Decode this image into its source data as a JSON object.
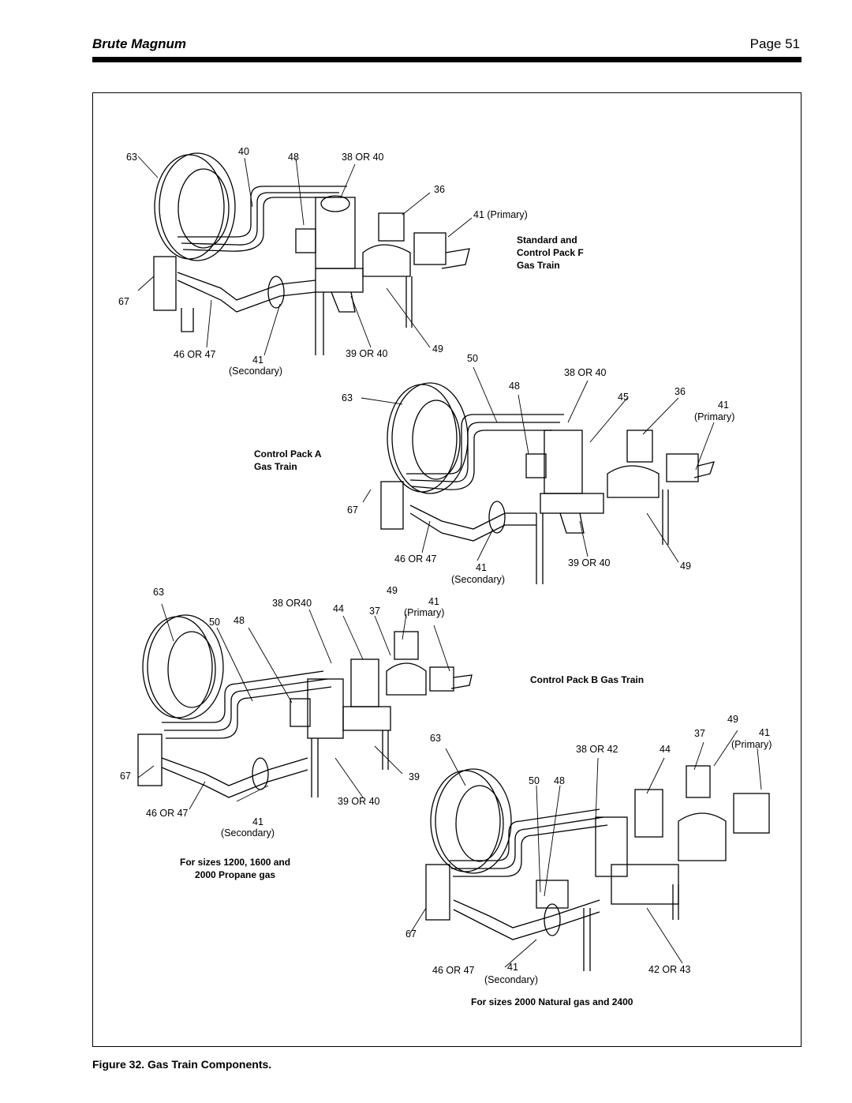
{
  "header": {
    "title": "Brute Magnum",
    "page": "Page 51"
  },
  "caption": "Figure 32. Gas Train Components.",
  "diagram_a": {
    "title": "Standard and\nControl Pack F\nGas Train",
    "labels": {
      "l63": "63",
      "l40": "40",
      "l48": "48",
      "l38or40": "38 OR 40",
      "l36": "36",
      "l41p": "41 (Primary)",
      "l67": "67",
      "l46or47": "46 OR 47",
      "l41": "41",
      "lsec": "(Secondary)",
      "l39or40": "39 OR 40",
      "l49": "49"
    }
  },
  "diagram_b": {
    "title": "Control Pack A\nGas Train",
    "labels": {
      "l50": "50",
      "l38or40": "38 OR 40",
      "l48": "48",
      "l63": "63",
      "l45": "45",
      "l36": "36",
      "l41": "41",
      "lprim": "(Primary)",
      "l67": "67",
      "l46or47": "46 OR 47",
      "l41b": "41",
      "lsec": "(Secondary)",
      "l39or40": "39 OR 40",
      "l49": "49"
    }
  },
  "diagram_c": {
    "title": "For sizes 1200, 1600 and\n2000 Propane gas",
    "labels": {
      "l63": "63",
      "l49": "49",
      "l38or40": "38 OR40",
      "l44": "44",
      "l41": "41",
      "l37": "37",
      "lprim": "(Primary)",
      "l50": "50",
      "l48": "48",
      "l67": "67",
      "l39": "39",
      "l39or40": "39 OR 40",
      "l46or47": "46 OR 47",
      "l41b": "41",
      "lsec": "(Secondary)"
    }
  },
  "diagram_d": {
    "title": "Control Pack B Gas Train",
    "subtitle": "For sizes 2000 Natural gas and 2400",
    "labels": {
      "l49": "49",
      "l37": "37",
      "l41": "41",
      "l63": "63",
      "l38or42": "38 OR 42",
      "l44": "44",
      "lprim": "(Primary)",
      "l50": "50",
      "l48": "48",
      "l67": "67",
      "l46or47": "46 OR 47",
      "l41b": "41",
      "lsec": "(Secondary)",
      "l42or43": "42 OR 43"
    }
  }
}
